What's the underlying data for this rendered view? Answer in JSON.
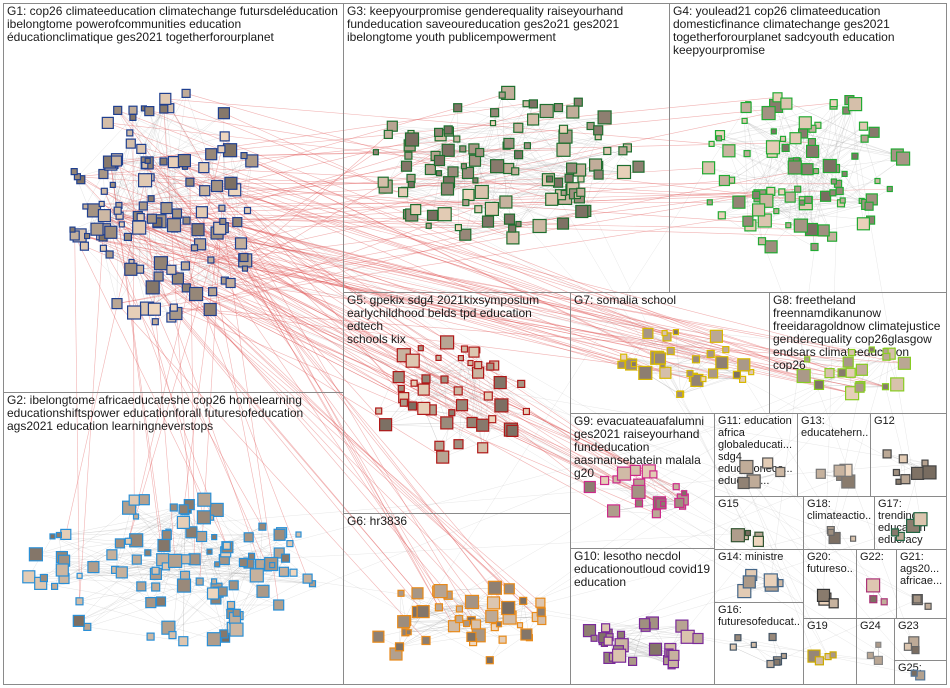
{
  "graph": {
    "colors": {
      "edge_internal": "#9a9a9a",
      "edge_cross": "#e05555",
      "border": "#8a8a8a",
      "text": "#1a1a1a"
    },
    "groups": [
      {
        "id": "G1",
        "label": "G1: cop26 climateeducation climatechange futursdeléducation\nibelongtome powerofcommunities education\néducationclimatique ges2021 togetherforourplanet",
        "node_color": "#1f3f8f"
      },
      {
        "id": "G3",
        "label": "G3: keepyourpromise genderequality raiseyourhand\nfundeducation saveoureducation ges2o21 ges2021\nibelongtome youth publicempowerment",
        "node_color": "#1e6e2e"
      },
      {
        "id": "G4",
        "label": "G4: youlead21 cop26 climateeducation\ndomesticfinance climatechange ges2021\ntogetherforourplanet sadcyouth education\nkeepyourpromise",
        "node_color": "#22aa33"
      },
      {
        "id": "G5",
        "label": "G5: gpekix sdg4 2021kixsymposium\nearlychildhood belds tpd education edtech\nschools kix",
        "node_color": "#b01818"
      },
      {
        "id": "G7",
        "label": "G7: somalia school",
        "node_color": "#d8b800"
      },
      {
        "id": "G8",
        "label": "G8: freetheland\nfreennamdikanunow\nfreeidaragoldnow climatejustice\ngenderequality cop26glasgow\nendsars climateeducation cop26",
        "node_color": "#88cc22"
      },
      {
        "id": "G2",
        "label": "G2: ibelongtome africaeducateshe cop26 homelearning\neducationshiftspower educationforall futuresofeducation\nags2021 education learningneverstops",
        "node_color": "#2a8fd6"
      },
      {
        "id": "G9",
        "label": "G9: evacuateauafalumni\nges2021 raiseyourhand\nfundeducation\naasmansebatein malala\ng20",
        "node_color": "#cc2a8a"
      },
      {
        "id": "G11",
        "label": "G11: education\nafrica\nglobaleducati...\nsdg4\neducationeco...\neduecon...",
        "node_color": "#555555"
      },
      {
        "id": "G13",
        "label": "G13:\neducatehern...",
        "node_color": "#777777"
      },
      {
        "id": "G12",
        "label": "G12",
        "node_color": "#444444"
      },
      {
        "id": "G6",
        "label": "G6: hr3836",
        "node_color": "#e88a1a"
      },
      {
        "id": "G15",
        "label": "G15",
        "node_color": "#335533"
      },
      {
        "id": "G18",
        "label": "G18:\nclimateactio...",
        "node_color": "#666666"
      },
      {
        "id": "G17",
        "label": "G17:\ntrending\neducation\neducracy",
        "node_color": "#226644"
      },
      {
        "id": "G10",
        "label": "G10: lesotho necdol\neducationoutloud covid19\neducation",
        "node_color": "#7a2a9a"
      },
      {
        "id": "G14",
        "label": "G14: ministre",
        "node_color": "#446688"
      },
      {
        "id": "G20",
        "label": "G20:\nfutureso...",
        "node_color": "#333333"
      },
      {
        "id": "G22",
        "label": "G22:",
        "node_color": "#aa3377"
      },
      {
        "id": "G21",
        "label": "G21:\nags20...\nafricae...",
        "node_color": "#555555"
      },
      {
        "id": "G16",
        "label": "G16:\nfuturesofeducat...",
        "node_color": "#445566"
      },
      {
        "id": "G19",
        "label": "G19",
        "node_color": "#ccaa00"
      },
      {
        "id": "G24",
        "label": "G24",
        "node_color": "#888888"
      },
      {
        "id": "G23",
        "label": "G23",
        "node_color": "#666666"
      },
      {
        "id": "G25",
        "label": "G25:",
        "node_color": "#557799"
      }
    ]
  }
}
